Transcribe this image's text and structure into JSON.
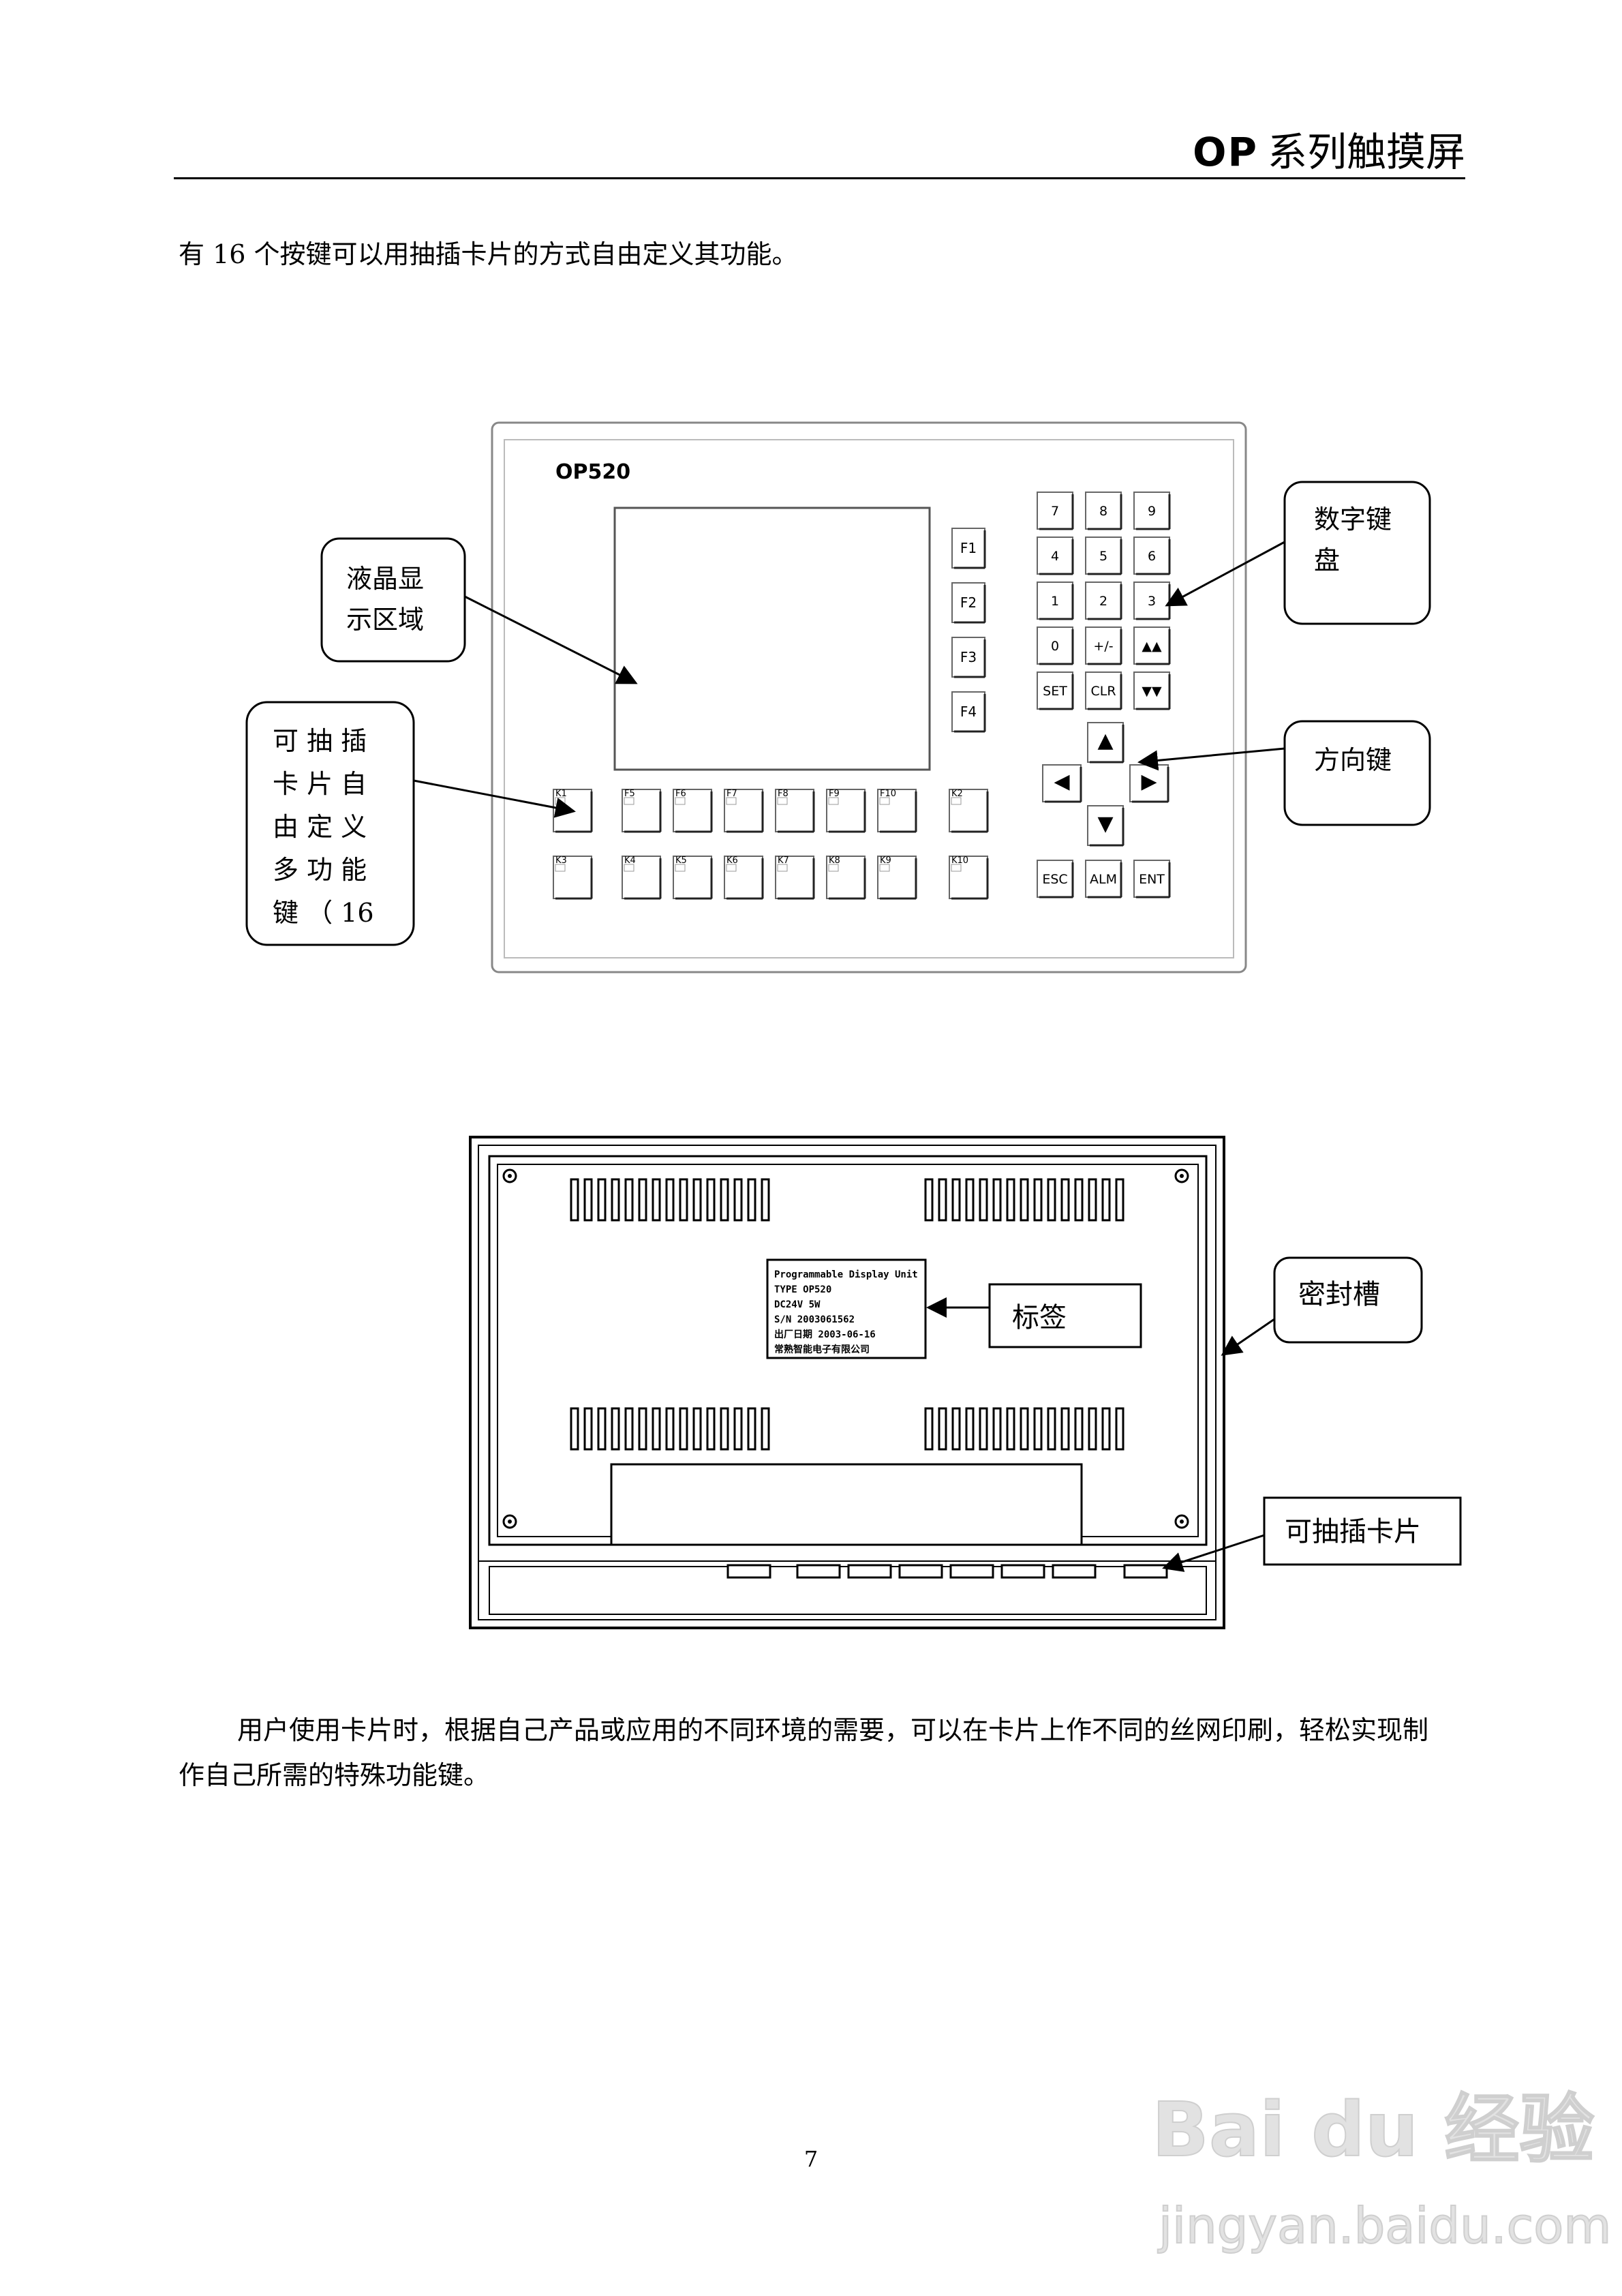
{
  "header": {
    "brand": "OP",
    "title": "系列触摸屏"
  },
  "intro_text": "有 16 个按键可以用抽插卡片的方式自由定义其功能。",
  "front_panel": {
    "model": "OP520",
    "fkeys": [
      "F1",
      "F2",
      "F3",
      "F4"
    ],
    "numpad": [
      "7",
      "8",
      "9",
      "4",
      "5",
      "6",
      "1",
      "2",
      "3",
      "0",
      "+/-",
      "▲▲",
      "SET",
      "CLR",
      "▼▼"
    ],
    "arrows": [
      "▲",
      "◀",
      "▶",
      "▼"
    ],
    "bottom_keys": [
      "ESC",
      "ALM",
      "ENT"
    ],
    "card_keys_row1": [
      "K1",
      "F5",
      "F6",
      "F7",
      "F8",
      "F9",
      "F10",
      "K2"
    ],
    "card_keys_row2": [
      "K3",
      "K4",
      "K5",
      "K6",
      "K7",
      "K8",
      "K9",
      "K10"
    ],
    "callouts": {
      "lcd": [
        "液晶显",
        "示区域"
      ],
      "numpad": [
        "数字键",
        "盘"
      ],
      "arrows": "方向键",
      "multi": [
        "可 抽 插",
        "卡 片 自",
        "由 定 义",
        "多 功 能",
        "键 （ 16"
      ]
    }
  },
  "back_panel": {
    "label_lines": [
      "Programmable Display Unit",
      "TYPE    OP520",
      "DC24V   5W",
      "S/N     2003061562",
      "出厂日期  2003-06-16",
      "常熟智能电子有限公司"
    ],
    "callouts": {
      "label": "标签",
      "groove": "密封槽",
      "card": "可抽插卡片"
    }
  },
  "body_text": "用户使用卡片时，根据自己产品或应用的不同环境的需要，可以在卡片上作不同的丝网印刷，轻松实现制作自己所需的特殊功能键。",
  "page_number": "7",
  "watermark": {
    "logo": "Bai du 经验",
    "url": "jingyan.baidu.com"
  }
}
